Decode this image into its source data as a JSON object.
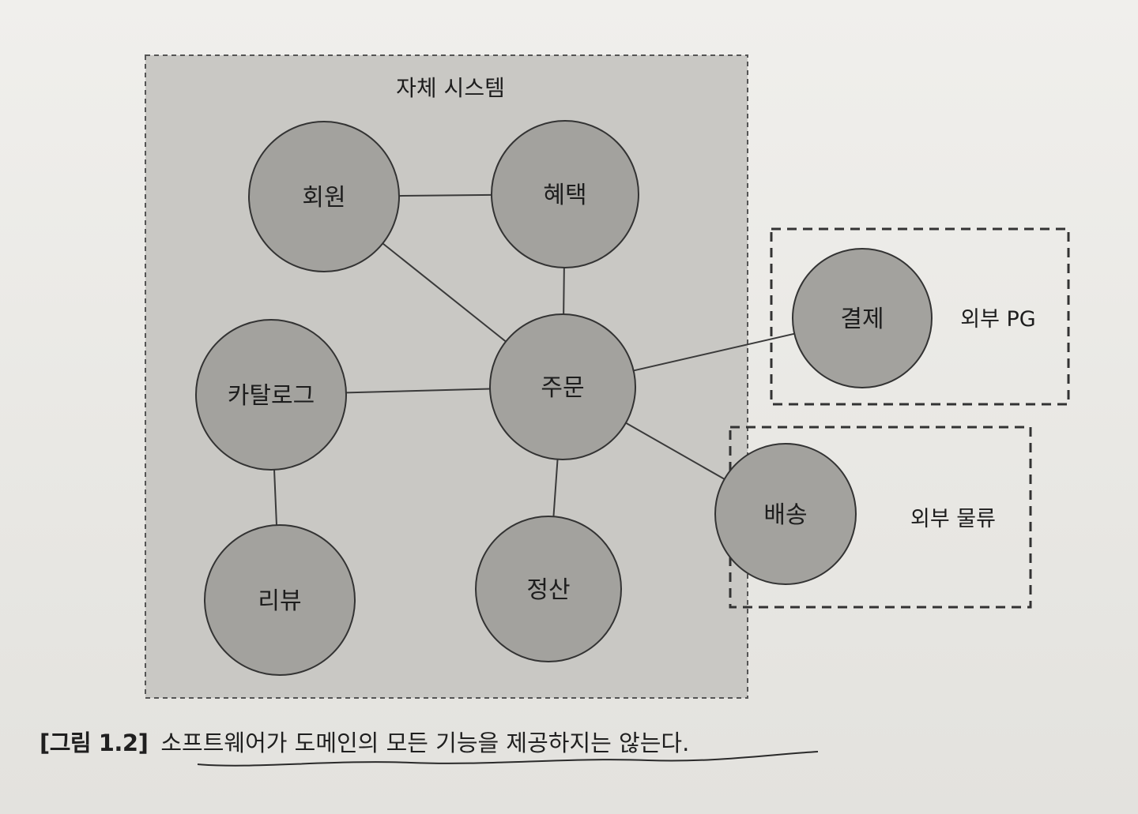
{
  "groups": {
    "internal": "자체 시스템",
    "external_pg": "외부 PG",
    "external_logistics": "외부 물류"
  },
  "nodes": {
    "member": "회원",
    "benefit": "혜택",
    "order": "주문",
    "catalog": "카탈로그",
    "review": "리뷰",
    "settlement": "정산",
    "payment": "결제",
    "delivery": "배송"
  },
  "edges": [
    [
      "member",
      "benefit"
    ],
    [
      "member",
      "order"
    ],
    [
      "benefit",
      "order"
    ],
    [
      "catalog",
      "order"
    ],
    [
      "catalog",
      "review"
    ],
    [
      "order",
      "settlement"
    ],
    [
      "order",
      "payment"
    ],
    [
      "order",
      "delivery"
    ]
  ],
  "caption": {
    "figure_number": "[그림 1.2]",
    "text": "소프트웨어가 도메인의 모든 기능을 제공하지는 않는다."
  },
  "colors": {
    "internal_fill": "#c9c8c4",
    "node_fill": "#a3a29e",
    "line": "#3a3a3a"
  }
}
